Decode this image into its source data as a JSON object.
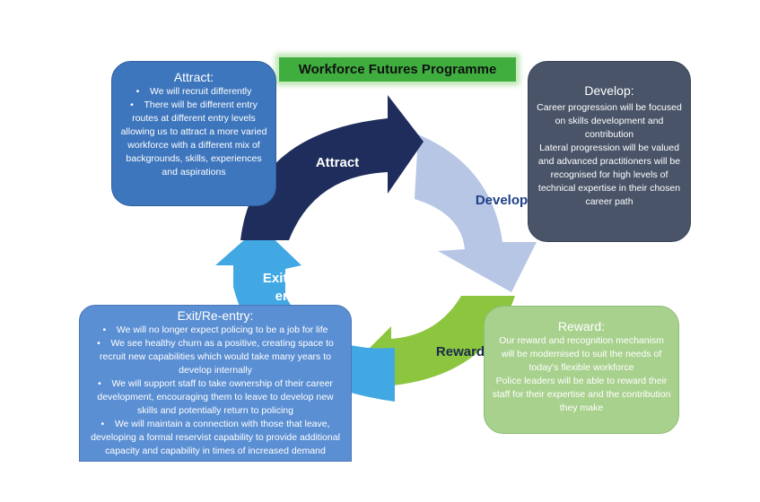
{
  "title": "Workforce Futures Programme",
  "colors": {
    "attract_arrow": "#1f2d5c",
    "develop_arrow": "#b7c6e5",
    "reward_arrow": "#8cc63f",
    "exit_arrow": "#41a8e4",
    "title_green": "#3fae3f"
  },
  "arrows": {
    "attract": "Attract",
    "develop": "Develop",
    "reward": "Reward",
    "exit": "Exit / Re-entry"
  },
  "cards": {
    "attract": {
      "heading": "Attract:",
      "items": [
        "We will recruit differently",
        "There will be different entry routes at different entry levels allowing us to attract a more varied workforce with a different mix of backgrounds, skills, experiences and aspirations"
      ]
    },
    "develop": {
      "heading": "Develop:",
      "lines": [
        "Career progression will be focused on skills development and contribution",
        "Lateral progression will be valued and advanced practitioners will be recognised for high levels of technical expertise in their chosen career path"
      ]
    },
    "exit": {
      "heading": "Exit/Re-entry:",
      "items": [
        "We will no longer expect policing to be a job for life",
        "We see healthy churn as a positive, creating space to recruit new capabilities which would take many years to develop internally",
        "We will support staff to take ownership of their career development, encouraging them to leave to develop new skills and potentially return to policing",
        "We will maintain a connection with those that leave, developing a formal reservist capability to provide additional capacity and capability in times of increased demand"
      ]
    },
    "reward": {
      "heading": "Reward:",
      "lines": [
        "Our reward and recognition mechanism will be modernised to suit the needs of today's flexible workforce",
        "Police leaders will be able to reward their staff for their expertise and the contribution they make"
      ]
    }
  }
}
